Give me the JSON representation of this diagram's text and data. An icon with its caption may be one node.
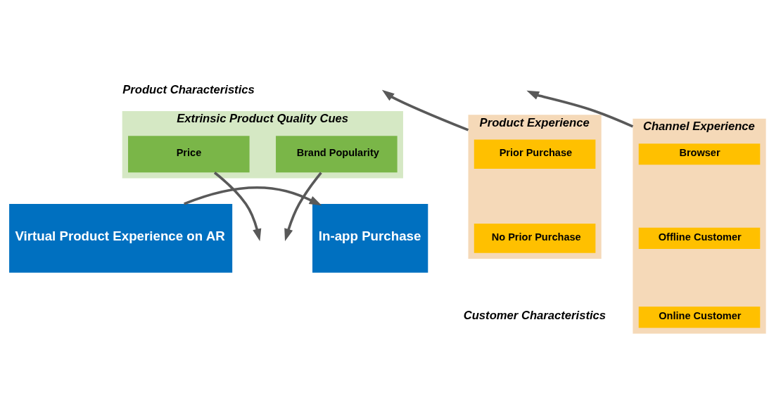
{
  "diagram": {
    "nodes": [
      {
        "text": [
          "Virtual Product Experience on AR"
        ]
      },
      {
        "text": [
          "Extrinsic Product Quality Cues"
        ]
      },
      {
        "text": [
          "Price"
        ],
        "in": 1
      },
      {
        "text": [
          "Brand Popularity"
        ],
        "in": 1
      },
      {
        "text": [
          "In-app Purchase"
        ]
      },
      {
        "text": [
          "Product Experience"
        ]
      },
      {
        "text": [
          "Prior Purchase"
        ],
        "in": 5
      },
      {
        "text": [
          "No Prior Purchase"
        ],
        "in": 5
      },
      {
        "text": [
          "Channel Experience"
        ]
      },
      {
        "text": [
          "Browser"
        ],
        "in": 8
      },
      {
        "text": [
          "Offline Customer"
        ],
        "in": 8
      },
      {
        "text": [
          "Online Customer"
        ],
        "in": 8
      }
    ],
    "edges": [
      {
        "from": 0,
        "to": 4,
        "arrow": "to"
      },
      {
        "from": 2,
        "to": null,
        "arrow": "to"
      },
      {
        "from": 3,
        "to": null,
        "arrow": "to"
      },
      {
        "from": 5,
        "to": null,
        "arrow": "to"
      },
      {
        "from": 8,
        "to": null,
        "arrow": "to"
      }
    ],
    "labels": [
      "Product Characteristics",
      "Customer Characteristics"
    ]
  }
}
